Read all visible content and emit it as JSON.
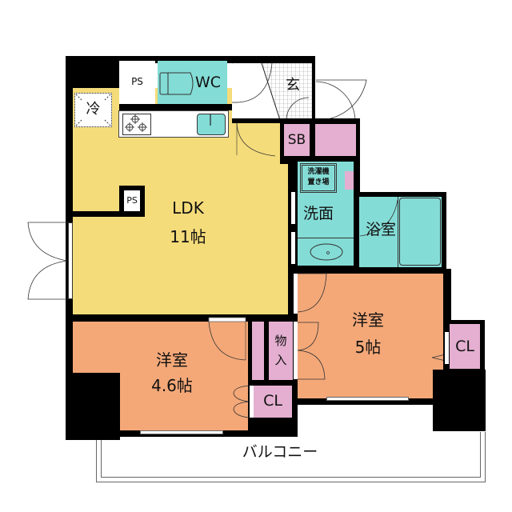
{
  "floorplan": {
    "rooms": {
      "ldk": {
        "name": "LDK",
        "size": "11帖"
      },
      "western_room_1": {
        "name": "洋室",
        "size": "4.6帖"
      },
      "western_room_2": {
        "name": "洋室",
        "size": "5帖"
      },
      "washroom": {
        "name": "洗面"
      },
      "bathroom": {
        "name": "浴室"
      },
      "toilet": {
        "name": "WC"
      },
      "entrance": {
        "name": "玄"
      },
      "shoe_box": {
        "name": "SB"
      },
      "storage": {
        "name": "物入"
      },
      "storage_line1": "物",
      "storage_line2": "入",
      "closet_1": {
        "name": "CL"
      },
      "closet_2": {
        "name": "CL"
      },
      "pipe_space_1": {
        "name": "PS"
      },
      "pipe_space_2": {
        "name": "PS"
      },
      "refrigerator": {
        "name": "冷"
      },
      "washing_machine_line1": "洗濯機",
      "washing_machine_line2": "置き場",
      "balcony": {
        "name": "バルコニー"
      }
    },
    "colors": {
      "ldk": "#f5dc7a",
      "western": "#f4a878",
      "wet_area": "#84dcd6",
      "storage": "#e4afd0",
      "wall": "#000000"
    }
  }
}
